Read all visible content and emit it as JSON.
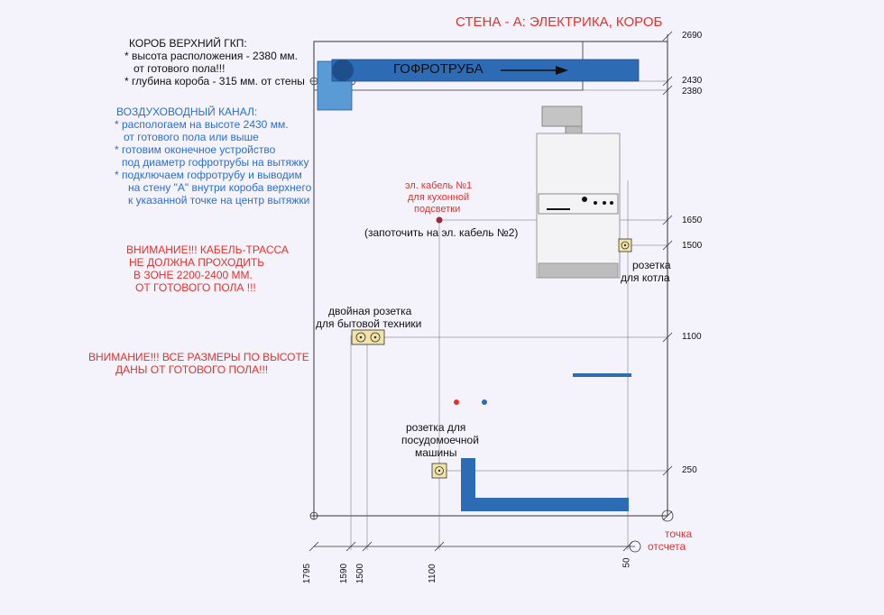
{
  "title": "СТЕНА - А:  ЭЛЕКТРИКА, КОРОБ",
  "upper_box": {
    "heading": "КОРОБ ВЕРХНИЙ ГКП:",
    "line1": "* высота расположения - 2380 мм.",
    "line2": "от готового пола!!!",
    "line3": "* глубина короба - 315 мм. от стены"
  },
  "air_duct": {
    "heading": "ВОЗДУХОВОДНЫЙ КАНАЛ:",
    "line1": "* распологаем на высоте 2430 мм.",
    "line2": "от готового пола или выше",
    "line3": "* готовим оконечное устройство",
    "line4": "под диаметр гофротрубы на вытяжку",
    "line5": "* подключаем гофротрубу и выводим",
    "line6": "на стену \"А\" внутри короба верхнего",
    "line7": "к указанной точке на центр вытяжки"
  },
  "warning1": {
    "line1": "ВНИМАНИЕ!!! КАБЕЛЬ-ТРАССА",
    "line2": "НЕ ДОЛЖНА ПРОХОДИТЬ",
    "line3": "В ЗОНЕ 2200-2400 ММ.",
    "line4": "ОТ ГОТОВОГО ПОЛА !!!"
  },
  "warning2": {
    "line1": "ВНИМАНИЕ!!! ВСЕ РАЗМЕРЫ ПО ВЫСОТЕ",
    "line2": "ДАНЫ ОТ ГОТОВОГО ПОЛА!!!"
  },
  "duct_label": "ГОФРОТРУБА",
  "cable": {
    "line1": "эл. кабель №1",
    "line2": "для кухонной",
    "line3": "подсветки",
    "note": "(запоточить на эл. кабель №2)"
  },
  "boiler_socket": {
    "line1": "розетка",
    "line2": "для котла"
  },
  "double_socket": {
    "line1": "двойная розетка",
    "line2": "для бытовой техники"
  },
  "dishwasher_socket": {
    "line1": "розетка для",
    "line2": "посудомоечной",
    "line3": "машины"
  },
  "origin": {
    "line1": "точка",
    "line2": "отсчета"
  },
  "height_marks": [
    "2690",
    "2430",
    "2380",
    "1650",
    "1500",
    "1100",
    "250"
  ],
  "width_marks": [
    "1795",
    "1590",
    "1500",
    "1100",
    "50"
  ],
  "colors": {
    "duct_blue": "#2d6cb4",
    "light_blue": "#5b9bd5",
    "red": "#e8302a",
    "text_blue": "#2a6fd0",
    "line": "#333333"
  }
}
